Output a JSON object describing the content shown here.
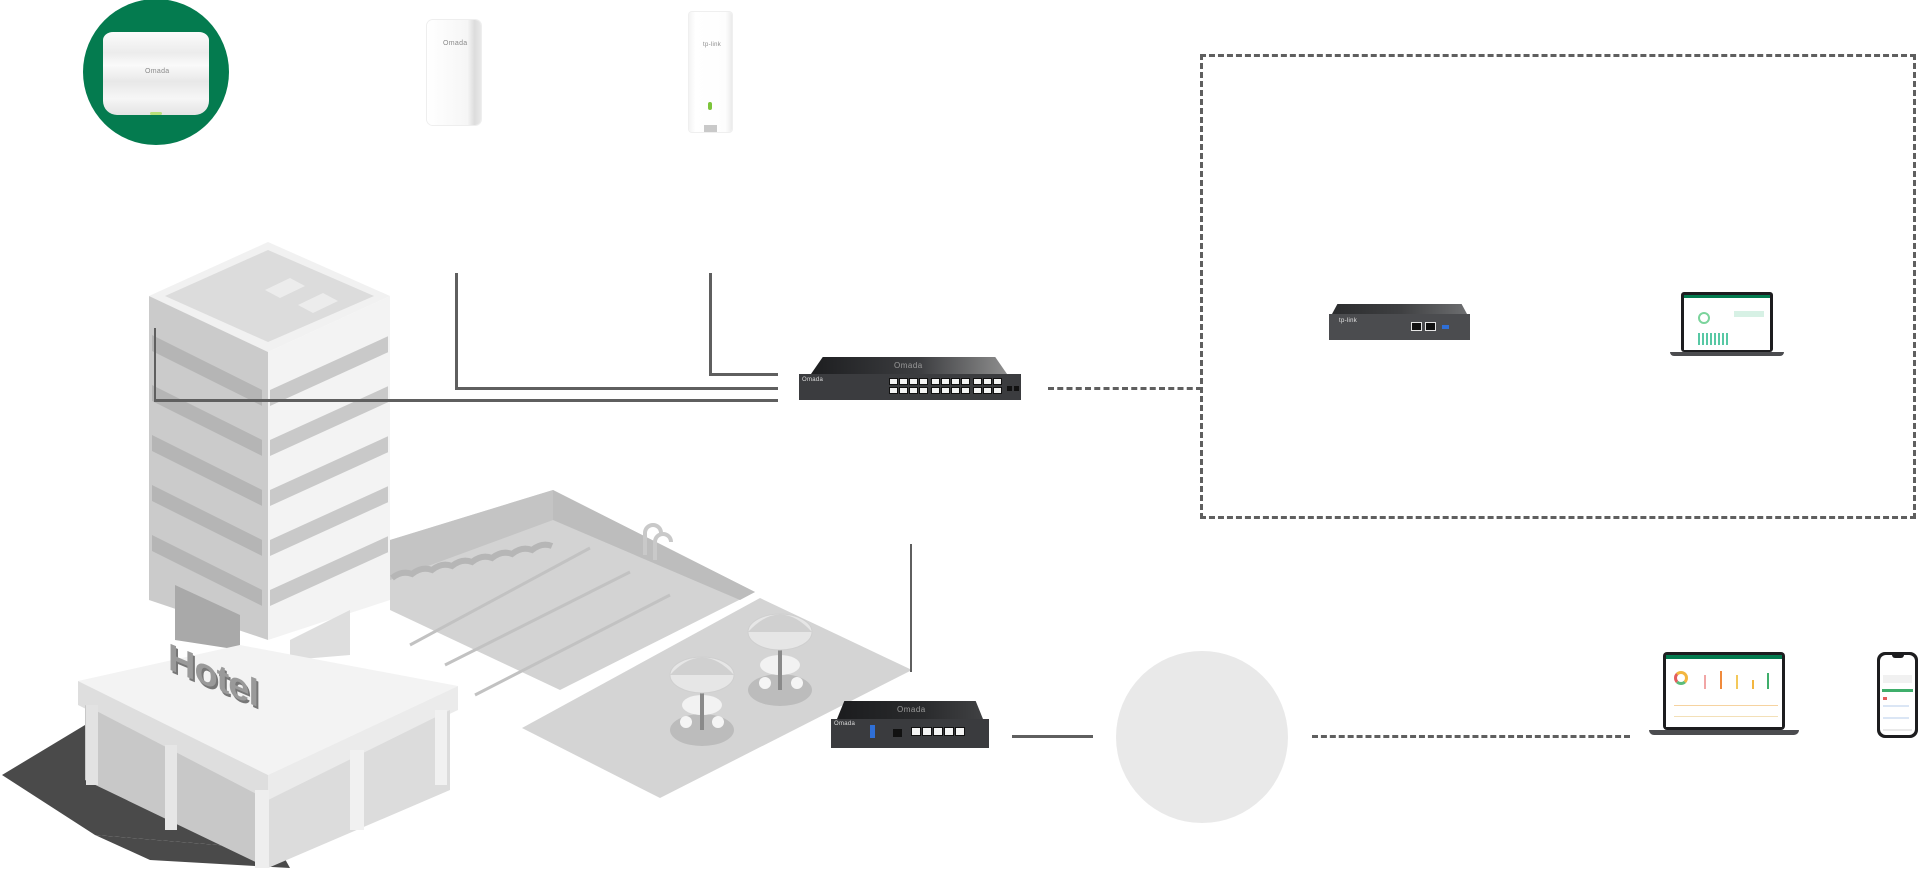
{
  "diagram": {
    "type": "network-topology",
    "colors": {
      "accent": "#047b4f",
      "line": "#5f5f5f",
      "cloud": "#e9e9e9",
      "device_dark": "#2e2f31"
    },
    "nodes": {
      "ceiling_ap": {
        "label": "Omada",
        "icon": "ceiling-access-point-icon",
        "highlighted": true
      },
      "wall_ap": {
        "label": "Omada",
        "icon": "wall-plate-access-point-icon"
      },
      "outdoor_ap": {
        "label": "tp-link",
        "icon": "outdoor-access-point-icon"
      },
      "poe_switch": {
        "label": "Omada",
        "icon": "poe-switch-icon",
        "ports": 24
      },
      "controller": {
        "label": "tp-link",
        "icon": "hardware-controller-icon"
      },
      "controller_laptop": {
        "icon": "laptop-dashboard-icon"
      },
      "gateway": {
        "label": "Omada",
        "icon": "gateway-router-icon",
        "ports": 5
      },
      "internet": {
        "icon": "internet-cloud-circle-icon"
      },
      "remote_laptop": {
        "icon": "laptop-cloud-dashboard-icon"
      },
      "phone": {
        "icon": "mobile-app-icon"
      }
    },
    "scene": {
      "building_sign": "Hotel",
      "elements": [
        "hotel-tower",
        "hotel-lobby",
        "swimming-pool",
        "pool-ladder",
        "patio-umbrellas"
      ]
    },
    "links": [
      {
        "from": "wall_ap",
        "to": "poe_switch",
        "style": "solid"
      },
      {
        "from": "outdoor_ap",
        "to": "poe_switch",
        "style": "solid"
      },
      {
        "from": "ceiling_ap",
        "to": "poe_switch",
        "style": "solid"
      },
      {
        "from": "poe_switch",
        "to": "controller_group",
        "style": "dashed"
      },
      {
        "from": "gateway",
        "to": "pool_area",
        "style": "solid"
      },
      {
        "from": "gateway",
        "to": "internet",
        "style": "solid"
      },
      {
        "from": "internet",
        "to": "remote_laptop",
        "style": "dashed"
      }
    ]
  }
}
